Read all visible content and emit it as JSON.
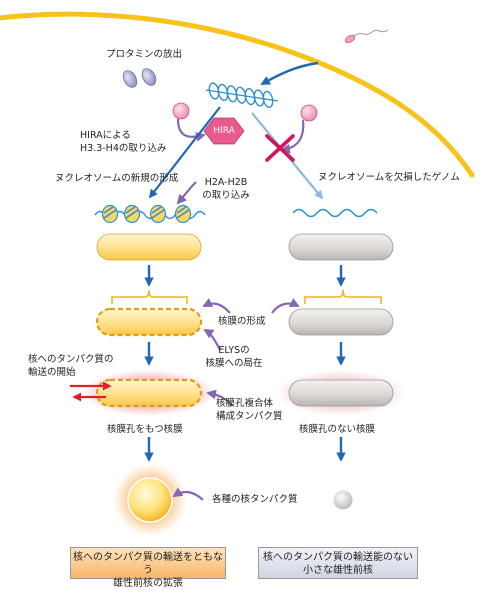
{
  "labels": {
    "protamine_release": "プロタミンの放出",
    "hira_node": "HIRA",
    "hira_incorporation": [
      "HIRAによる",
      "H3.3-H4の取り込み"
    ],
    "new_nucleosome": "ヌクレオソームの新規の形成",
    "h2a_h2b": [
      "H2A-H2B",
      "の取り込み"
    ],
    "nucleosome_deficient": "ヌクレオソームを欠損したゲノム",
    "nuclear_envelope_formation": "核膜の形成",
    "elys": [
      "ELYSの",
      "核膜への局在"
    ],
    "transport_start": [
      "核へのタンパク質の",
      "輸送の開始"
    ],
    "npc_proteins": [
      "核膜孔複合体",
      "構成タンパク質"
    ],
    "with_pores": "核膜孔をもつ核膜",
    "without_pores": "核膜孔のない核膜",
    "nuclear_proteins": "各種の核タンパク質"
  },
  "outcomes": {
    "left": [
      "核へのタンパク質の輸送をともなう",
      "雄性前核の拡張"
    ],
    "right": [
      "核へのタンパク質の輸送能のない",
      "小さな雄性前核"
    ]
  },
  "colors": {
    "membrane": "#f7c21a",
    "arrow_blue": "#1f68b3",
    "arrow_purple": "#8267b5",
    "hira_pink": "#e95a8e",
    "cross_red": "#d4145a",
    "dna_blue": "#2f8fd0",
    "nucleus_yellow": "#fbd663",
    "nucleus_gray": "#c9c6c3",
    "import_red": "#e0202c"
  },
  "icons": [
    "sperm-icon",
    "protamine-icon",
    "histone-spheres-icon",
    "nucleosome-icon",
    "cross-mark-icon"
  ]
}
